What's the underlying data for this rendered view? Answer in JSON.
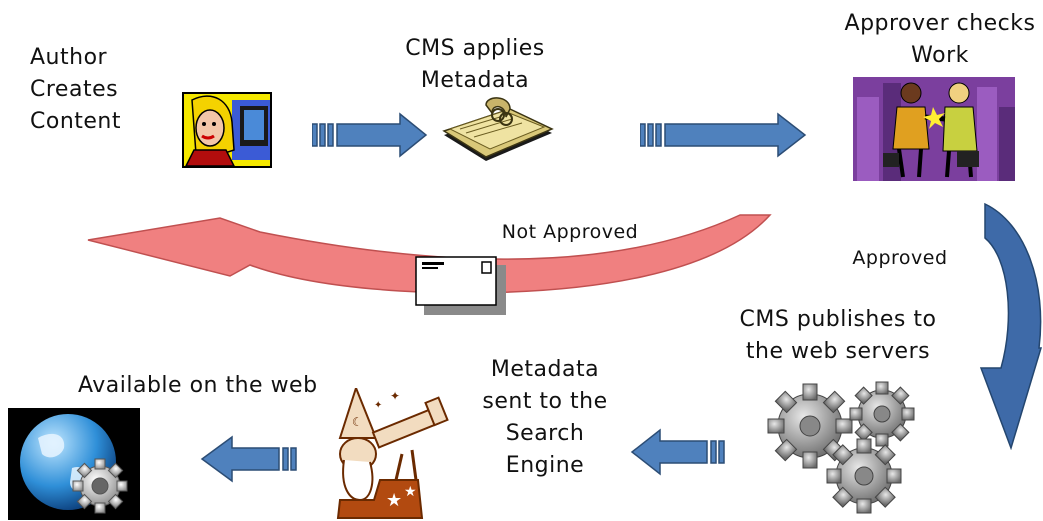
{
  "steps": {
    "author": {
      "lines": [
        "Author",
        "Creates",
        "Content"
      ]
    },
    "cms_metadata": {
      "lines": [
        "CMS applies",
        "Metadata"
      ]
    },
    "approver": {
      "lines": [
        "Approver checks",
        "Work"
      ]
    },
    "publish": {
      "lines": [
        "CMS publishes to",
        "the web servers"
      ]
    },
    "search": {
      "lines": [
        "Metadata",
        "sent to the",
        "Search",
        "Engine"
      ]
    },
    "available": {
      "lines": [
        "Available on the web"
      ]
    }
  },
  "edges": {
    "not_approved": "Not Approved",
    "approved": "Approved"
  },
  "colors": {
    "flow_arrow": "#4f81bd",
    "return_arrow": "#f08080",
    "approved_arrow": "#3e6aa8"
  },
  "icons": [
    "woman-at-computer-clipart",
    "metadata-binder-clipart",
    "handshake-clipart",
    "envelope-icon",
    "gears-clipart",
    "wizard-telescope-clipart",
    "globe-gear-icon"
  ]
}
